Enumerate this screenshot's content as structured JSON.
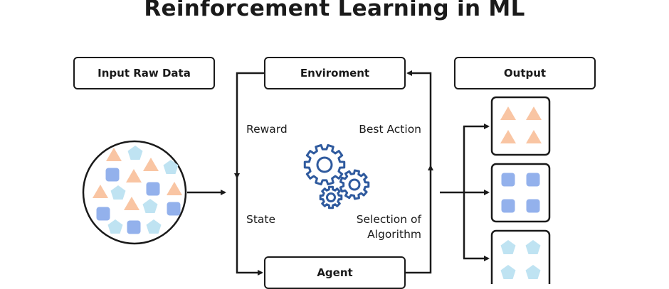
{
  "title": "Reinforcement Learning in ML",
  "boxes": {
    "input": "Input Raw Data",
    "environment": "Enviroment",
    "output": "Output",
    "agent": "Agent"
  },
  "labels": {
    "reward": "Reward",
    "best_action": "Best Action",
    "state": "State",
    "selection_line1": "Selection of",
    "selection_line2": "Algorithm"
  },
  "colors": {
    "triangle": "#f9c5a3",
    "square": "#93b1ec",
    "pentagon": "#bfe3f2",
    "gear": "#2f5a9e",
    "stroke": "#1a1a1a"
  },
  "icons": [
    "gears-icon",
    "triangle-shape",
    "square-shape",
    "pentagon-shape"
  ]
}
